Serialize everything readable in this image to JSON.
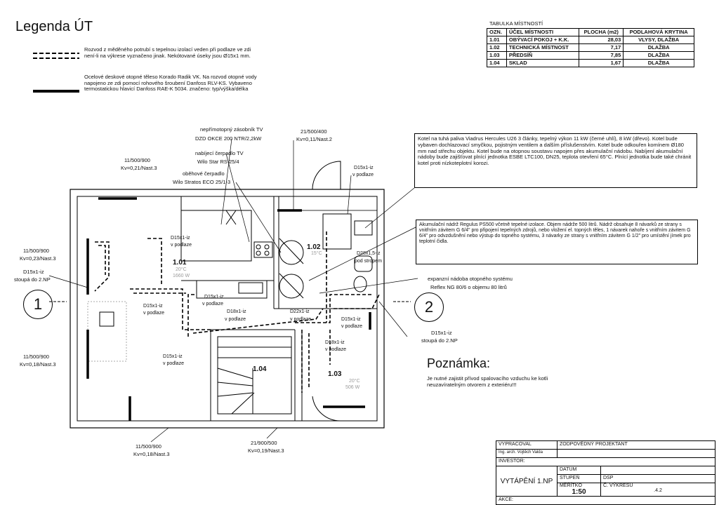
{
  "title": "Legenda ÚT",
  "legend": {
    "pipe_text": "Rozvod z měděného potrubí s tepelnou izolací veden při podlaze ve zdi není-li na výkrese vyznačeno jinak. Nekótované úseky jsou Ø15x1 mm.",
    "radiator_text": "Ocelové deskové otopné těleso Korado Radik VK. Na rozvod otopné vody napojeno ze zdi pomocí rohového šroubení Danfoss RLV-KS. Vybaveno termostatickou hlavicí Danfoss RAE-K 5034. značeno: typ/výška/délka"
  },
  "room_table": {
    "caption": "TABULKA MÍSTNOSTÍ",
    "headers": [
      "OZN.",
      "ÚČEL MÍSTNOSTI",
      "PLOCHA (m2)",
      "PODLAHOVÁ KRYTINA"
    ],
    "rows": [
      [
        "1.01",
        "OBÝVACÍ POKOJ + K.K.",
        "28,03",
        "VLYSY, DLAŽBA"
      ],
      [
        "1.02",
        "TECHNICKÁ MÍSTNOST",
        "7,17",
        "DLAŽBA"
      ],
      [
        "1.03",
        "PŘEDSÍŇ",
        "7,85",
        "DLAŽBA"
      ],
      [
        "1.04",
        "SKLAD",
        "1,67",
        "DLAŽBA"
      ]
    ]
  },
  "boiler_note": "Kotel na tuhá paliva Viadrus Hercules U26 3 články, tepelný výkon 11 kW (černé uhlí), 8 kW (dřevo). Kotel bude vybaven dochlazovací smyčkou, pojistným ventilem a dalším příslušenstvím. Kotel bude odkouřen komínem Ø180 mm nad střechu objektu. Kotel bude na otopnou soustavu napojen přes akumulační nádobu. Nabíjení akumulační nádoby bude zajišťovat plnící jednotka ESBE LTC100, DN25, teplota otevření 65°C. Plnící jednotka bude také chránit kotel proti nízkoteplotní korozi.",
  "tank_note": "Akumulační nádrž Regulus PS500 včetně tepelné izolace. Objem nádrže 500 litrů. Nádrž obsahuje 8 návarků ze strany s vnitřním závitem G 6/4\" pro připojení tepelných zdrojů, nebo vložení el. topných těles, 1 návarek nahoře s vnitřním závitem G 6/4\" pro odvzdušnění nebo výstup do topného systému, 3 návarky ze strany s vnitřním závitem G 1/2\" pro umístění jímek pro teplotní čidla.",
  "labels": {
    "indirect_tank": "nepřímotopný zásobník TV",
    "indirect_tank_model": "DZD OKCE 200 NTR/2,2kW",
    "charge_pump": "nabíjecí čerpadlo TV",
    "charge_pump_model": "Wilo Star RS 25/4",
    "circ_pump": "oběhové čerpadlo",
    "circ_pump_model": "Wilo Stratos ECO 25/1-3",
    "rad_top_center": "21/500/400",
    "rad_top_center_kv": "Kv=0,11/Nast.2",
    "rad_top_left": "11/500/900",
    "rad_top_left_kv": "Kv=0,21/Nast.3",
    "rad_left_mid": "11/500/900",
    "rad_left_mid_kv": "Kv=0,23/Nast.3",
    "riser_left": "D15x1-iz",
    "riser_left_note": "stoupá do 2.NP",
    "rad_left_low": "11/500/900",
    "rad_left_low_kv": "Kv=0,18/Nast.3",
    "rad_bottom_left": "11/500/900",
    "rad_bottom_left_kv": "Kv=0,18/Nast.3",
    "rad_bottom_center": "21/900/500",
    "rad_bottom_center_kv": "Kv=0,19/Nast.3",
    "expansion": "expanzní nádoba otopného systému",
    "expansion_model": "Reflex NG 80/6 o objemu 80 litrů",
    "riser_right": "D15x1-iz",
    "riser_right_note": "stoupá do 2.NP",
    "pipe_d15": "D15x1-iz",
    "pipe_d18": "D18x1-iz",
    "pipe_d22": "D22x1-iz",
    "pipe_d28": "D28x1,5-iz",
    "floor_note": "v podlaze",
    "under_ceiling": "pod stropem",
    "room_101": "1.01",
    "room_101_temp": "20°C",
    "room_101_power": "1660 W",
    "room_102": "1.02",
    "room_102_temp": "15°C",
    "room_103": "1.03",
    "room_103_temp": "20°C",
    "room_103_power": "506 W",
    "room_104": "1.04",
    "section_1": "1",
    "section_2": "2"
  },
  "note": {
    "heading": "Poznámka:",
    "text": "Je nutné zajistit přívod spalovacího vzduchu ke kotli neuzavíratelným otvorem z exteriéru!!!"
  },
  "title_block": {
    "prepared_label": "VYPRACOVAL",
    "responsible_label": "ZODPOVĚDNÝ PROJEKTANT",
    "author": "Ing. arch. Vojtěch Valda",
    "investor_label": "INVESTOR:",
    "drawing_title": "VYTÁPĚNÍ 1.NP",
    "date_label": "DATUM",
    "stage_label": "STUPEŇ",
    "stage_value": "DSP",
    "scale_label": "MĚŘÍTKO",
    "scale_value": "1:50",
    "drawing_no_label": "Č. VÝKRESU",
    "drawing_no_value": ".4.2",
    "action_label": "AKCE:"
  }
}
